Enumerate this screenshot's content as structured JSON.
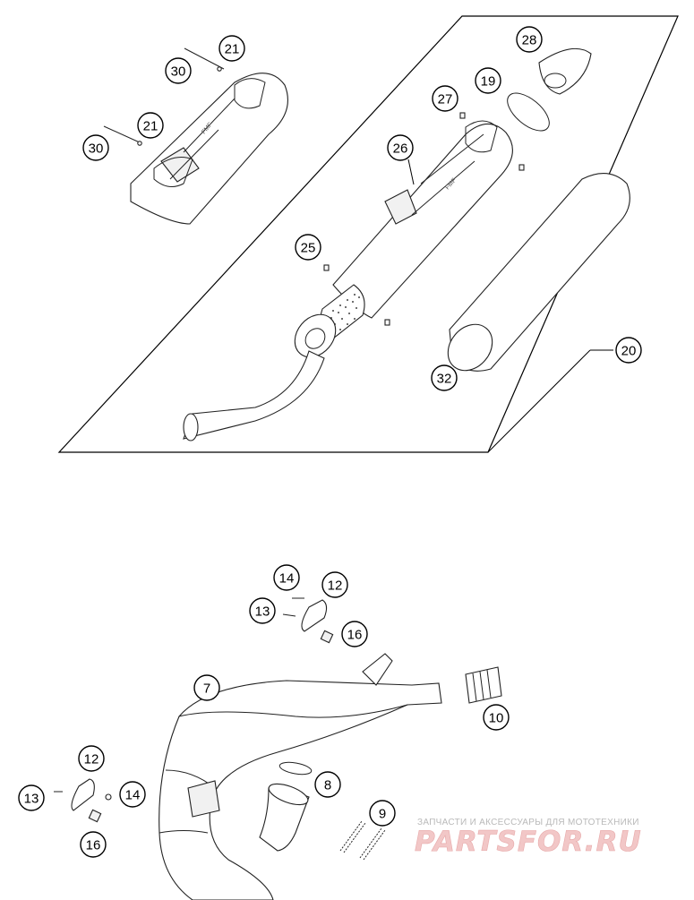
{
  "diagram": {
    "callouts": [
      {
        "id": "c21a",
        "label": "21"
      },
      {
        "id": "c30a",
        "label": "30"
      },
      {
        "id": "c21b",
        "label": "21"
      },
      {
        "id": "c30b",
        "label": "30"
      },
      {
        "id": "c28",
        "label": "28"
      },
      {
        "id": "c19",
        "label": "19"
      },
      {
        "id": "c27",
        "label": "27"
      },
      {
        "id": "c26",
        "label": "26"
      },
      {
        "id": "c25",
        "label": "25"
      },
      {
        "id": "c20",
        "label": "20"
      },
      {
        "id": "c32",
        "label": "32"
      },
      {
        "id": "c14a",
        "label": "14"
      },
      {
        "id": "c12a",
        "label": "12"
      },
      {
        "id": "c13a",
        "label": "13"
      },
      {
        "id": "c16a",
        "label": "16"
      },
      {
        "id": "c7",
        "label": "7"
      },
      {
        "id": "c10",
        "label": "10"
      },
      {
        "id": "c12b",
        "label": "12"
      },
      {
        "id": "c13b",
        "label": "13"
      },
      {
        "id": "c14b",
        "label": "14"
      },
      {
        "id": "c8",
        "label": "8"
      },
      {
        "id": "c9",
        "label": "9"
      },
      {
        "id": "c16b",
        "label": "16"
      }
    ]
  },
  "watermark": {
    "tagline": "ЗАПЧАСТИ И АКСЕССУАРЫ ДЛЯ МОТОТЕХНИКИ",
    "brand": "PARTSFOR.RU"
  }
}
